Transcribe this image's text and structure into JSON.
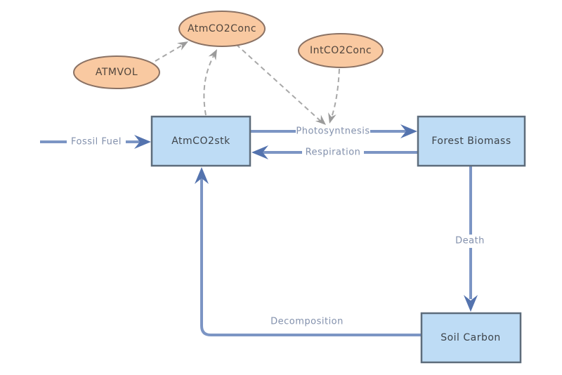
{
  "diagram": {
    "type": "stock-and-flow",
    "colors": {
      "background": "#FFFFFF",
      "stock_fill": "#BEDCF5",
      "stock_border": "#5D6C7B",
      "variable_fill": "#F9C9A1",
      "variable_border": "#8B7264",
      "flow_line": "#7C95C4",
      "flow_arrow": "#5473AE",
      "flow_label": "#8290AC",
      "link_line": "#A8A8A8",
      "link_arrow": "#9B9B9B",
      "stock_label": "#3E444A",
      "variable_label": "#51453C"
    },
    "stocks": [
      {
        "id": "atmco2stk",
        "label": "AtmCO2stk"
      },
      {
        "id": "forest-biomass",
        "label": "Forest Biomass"
      },
      {
        "id": "soil-carbon",
        "label": "Soil Carbon"
      }
    ],
    "variables": [
      {
        "id": "atmvol",
        "label": "ATMVOL"
      },
      {
        "id": "atmco2conc",
        "label": "AtmCO2Conc"
      },
      {
        "id": "intco2conc",
        "label": "IntCO2Conc"
      }
    ],
    "flows": [
      {
        "id": "fossil-fuel",
        "label": "Fossil Fuel",
        "from": "source",
        "to": "AtmCO2stk"
      },
      {
        "id": "photosynthesis",
        "label": "Photosyntnesis",
        "from": "AtmCO2stk",
        "to": "Forest Biomass"
      },
      {
        "id": "respiration",
        "label": "Respiration",
        "from": "Forest Biomass",
        "to": "AtmCO2stk"
      },
      {
        "id": "death",
        "label": "Death",
        "from": "Forest Biomass",
        "to": "Soil Carbon"
      },
      {
        "id": "decomposition",
        "label": "Decomposition",
        "from": "Soil Carbon",
        "to": "AtmCO2stk"
      }
    ],
    "links": [
      {
        "id": "link-atmvol-atmco2conc",
        "from": "ATMVOL",
        "to": "AtmCO2Conc"
      },
      {
        "id": "link-atmco2stk-atmco2conc",
        "from": "AtmCO2stk",
        "to": "AtmCO2Conc"
      },
      {
        "id": "link-atmco2conc-photosynthesis",
        "from": "AtmCO2Conc",
        "to": "Photosyntnesis"
      },
      {
        "id": "link-intco2conc-photosynthesis",
        "from": "IntCO2Conc",
        "to": "Photosyntnesis"
      }
    ]
  }
}
